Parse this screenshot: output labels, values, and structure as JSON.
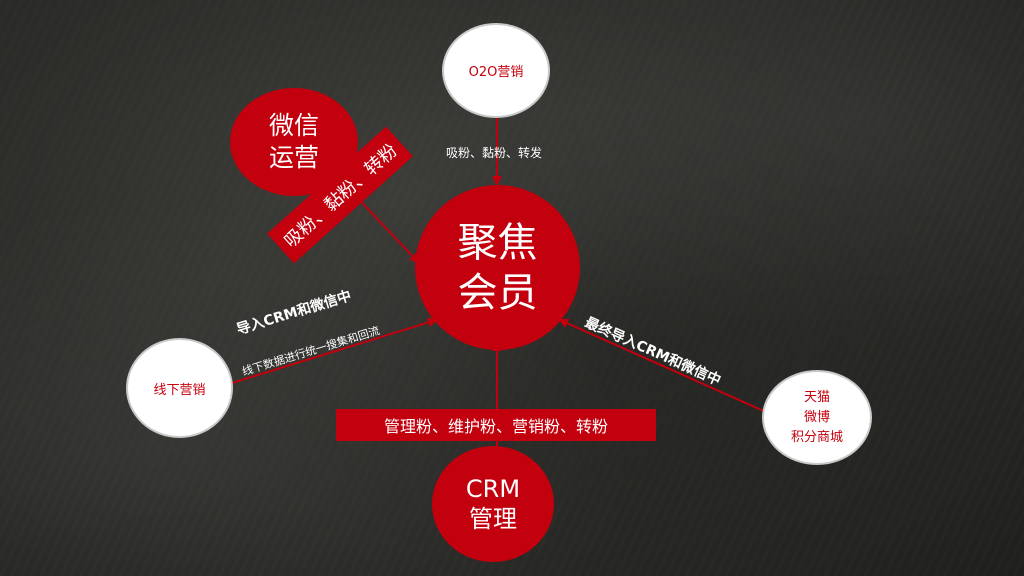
{
  "center": {
    "line1": "聚焦",
    "line2": "会员"
  },
  "weixin": {
    "line1": "微信",
    "line2": "运营"
  },
  "weixin_band": "吸粉、黏粉、转粉",
  "o2o": {
    "label": "O2O营销",
    "caption": "吸粉、黏粉、转发"
  },
  "offline": {
    "label": "线下营销",
    "caption1": "导入CRM和微信中",
    "caption2": "线下数据进行统一搜集和回流"
  },
  "online": {
    "line1": "天猫",
    "line2": "微博",
    "line3": "积分商城",
    "caption": "最终导入CRM和微信中"
  },
  "crm": {
    "line1": "CRM",
    "line2": "管理",
    "band": "管理粉、维护粉、营销粉、转粉"
  },
  "colors": {
    "accent_red": "#c3000d",
    "white": "#ffffff"
  }
}
